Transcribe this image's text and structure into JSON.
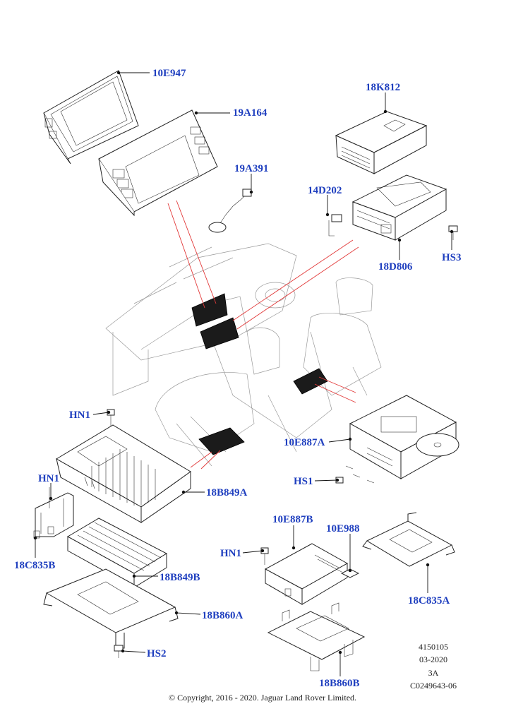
{
  "callouts": {
    "c10E947": "10E947",
    "c19A164": "19A164",
    "c18K812": "18K812",
    "c19A391": "19A391",
    "c14D202": "14D202",
    "cHS3": "HS3",
    "c18D806": "18D806",
    "cHN1a": "HN1",
    "cHN1b": "HN1",
    "cHN1c": "HN1",
    "c10E887A": "10E887A",
    "cHS1": "HS1",
    "c18B849A": "18B849A",
    "c18C835B": "18C835B",
    "c18B849B": "18B849B",
    "c10E887B": "10E887B",
    "c10E988": "10E988",
    "c18C835A": "18C835A",
    "c18B860A": "18B860A",
    "cHS2": "HS2",
    "c18B860B": "18B860B"
  },
  "reference": {
    "line1": "4150105",
    "line2": "03-2020",
    "line3": "3A",
    "line4": "C0249643-06"
  },
  "copyright": "© Copyright, 2016 - 2020. Jaguar Land Rover Limited.",
  "colors": {
    "callout": "#1f3fbf",
    "leader": "#111111",
    "highlight": "#e23a3a"
  }
}
